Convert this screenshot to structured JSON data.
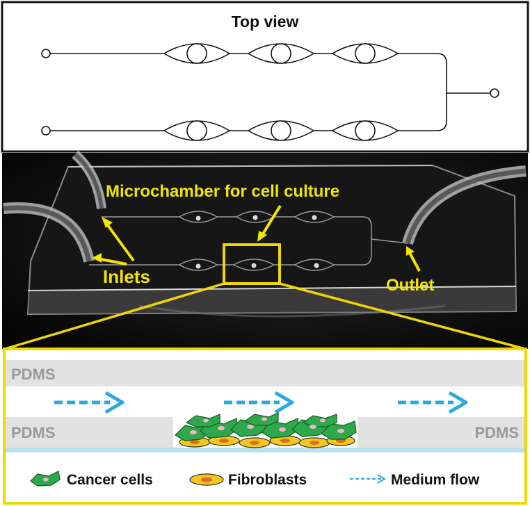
{
  "top_panel": {
    "title": "Top view"
  },
  "photo_panel": {
    "microchamber_label": "Microchamber for cell culture",
    "inlets_label": "Inlets",
    "outlet_label": "Outlet"
  },
  "cross_section": {
    "pdms_top": "PDMS",
    "pdms_left": "PDMS",
    "pdms_right": "PDMS"
  },
  "legend": {
    "cancer_cells": "Cancer cells",
    "fibroblasts": "Fibroblasts",
    "medium_flow": "Medium flow"
  },
  "colors": {
    "highlight_yellow": "#f0d700",
    "label_yellow": "#f2e600",
    "flow_blue": "#2aa8e0",
    "cancer_green": "#2ea84a",
    "fibroblast_yellow": "#f2c81c",
    "fibroblast_nucleus": "#e06a2a",
    "pdms_gray": "#e2e2e2"
  }
}
